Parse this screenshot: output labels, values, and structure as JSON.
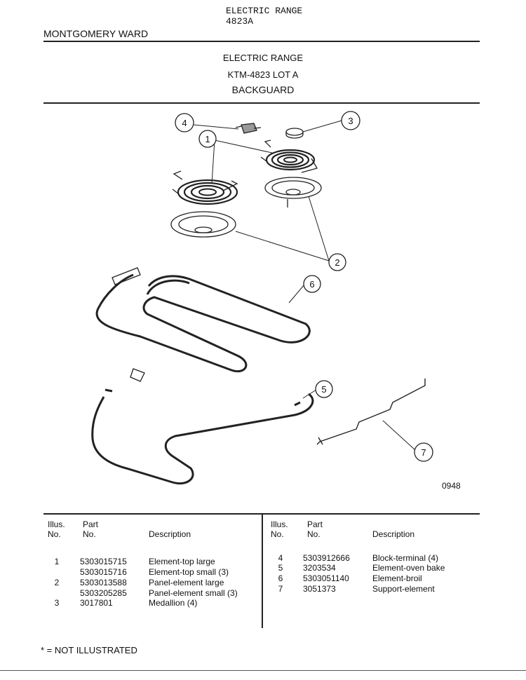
{
  "header": {
    "top_title": "ELECTRIC RANGE",
    "top_model": "4823A",
    "brand": "MONTGOMERY WARD"
  },
  "titles": {
    "line1": "ELECTRIC RANGE",
    "line2": "KTM-4823 LOT A",
    "line3": "BACKGUARD"
  },
  "diagram": {
    "callouts": [
      "1",
      "2",
      "3",
      "4",
      "5",
      "6",
      "7"
    ],
    "figure_number": "0948"
  },
  "table": {
    "headers": {
      "illus": "Illus.",
      "no": "No.",
      "part": "Part",
      "part_no": "No.",
      "description": "Description"
    },
    "left_rows": [
      {
        "illus": "1",
        "part": "5303015715",
        "desc": "Element-top large"
      },
      {
        "illus": "",
        "part": "5303015716",
        "desc": "Element-top small (3)"
      },
      {
        "illus": "2",
        "part": "5303013588",
        "desc": "Panel-element large"
      },
      {
        "illus": "",
        "part": "5303205285",
        "desc": "Panel-element small (3)"
      },
      {
        "illus": "3",
        "part": "3017801",
        "desc": "Medallion (4)"
      }
    ],
    "right_rows": [
      {
        "illus": "4",
        "part": "5303912666",
        "desc": "Block-terminal (4)"
      },
      {
        "illus": "5",
        "part": "3203534",
        "desc": "Element-oven bake"
      },
      {
        "illus": "6",
        "part": "5303051140",
        "desc": "Element-broil"
      },
      {
        "illus": "7",
        "part": "3051373",
        "desc": "Support-element"
      }
    ]
  },
  "footer": {
    "note": "* = NOT ILLUSTRATED"
  }
}
